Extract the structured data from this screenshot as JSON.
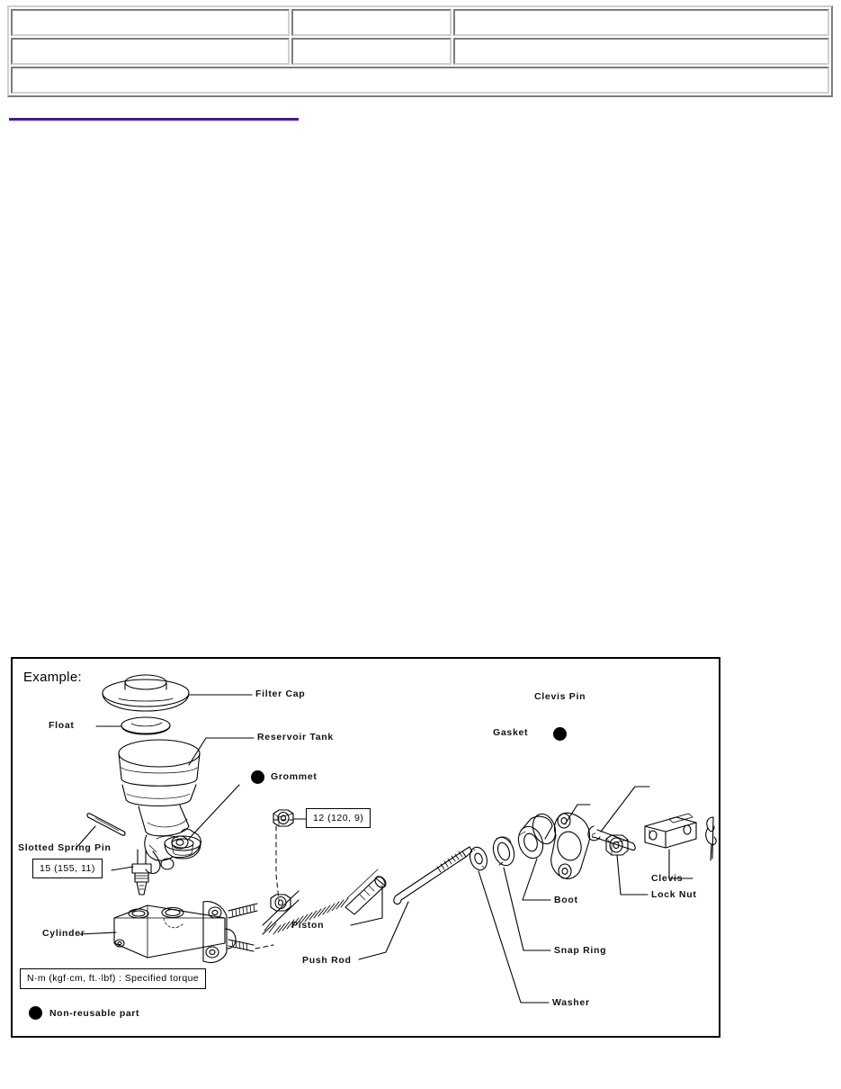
{
  "document": {
    "spec_table": {
      "columns": 3,
      "rows": [
        {
          "cells": [
            "",
            "",
            ""
          ]
        },
        {
          "cells": [
            "",
            "",
            ""
          ]
        },
        {
          "cells": [
            ""
          ]
        }
      ]
    },
    "link": {
      "text": ""
    }
  },
  "figure": {
    "title": "Example:",
    "labels": {
      "filter_cap": "Filter Cap",
      "float": "Float",
      "reservoir_tank": "Reservoir Tank",
      "grommet": "Grommet",
      "slotted_spring_pin": "Slotted Spring Pin",
      "cylinder": "Cylinder",
      "piston": "Piston",
      "push_rod": "Push Rod",
      "washer": "Washer",
      "snap_ring": "Snap Ring",
      "boot": "Boot",
      "gasket": "Gasket",
      "clevis_pin": "Clevis Pin",
      "clevis": "Clevis",
      "lock_nut": "Lock Nut"
    },
    "torque_values": {
      "grommet_fitting": "12 (120, 9)",
      "union_bolt": "15 (155, 11)"
    },
    "legend": {
      "torque_note": "N·m (kgf·cm, ft.·lbf) : Specified torque",
      "non_reusable_note": "Non-reusable part"
    }
  },
  "colors": {
    "link": "#4B169C",
    "ink": "#000000",
    "paper": "#FFFFFF",
    "table_border": "#CFCFCF"
  }
}
